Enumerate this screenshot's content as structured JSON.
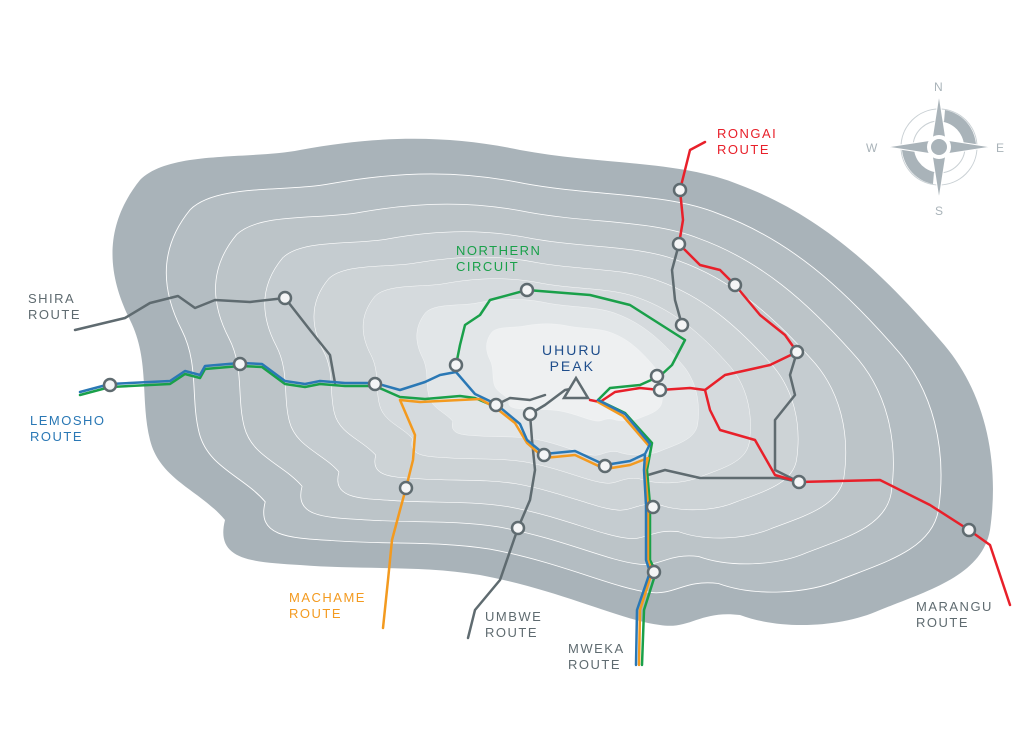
{
  "map": {
    "peak": {
      "line1": "UHURU",
      "line2": "PEAK"
    },
    "routes": [
      {
        "id": "shira",
        "line1": "SHIRA",
        "line2": "ROUTE",
        "color": "#5f6b70"
      },
      {
        "id": "lemosho",
        "line1": "LEMOSHO",
        "line2": "ROUTE",
        "color": "#2a78b5"
      },
      {
        "id": "northern",
        "line1": "NORTHERN",
        "line2": "CIRCUIT",
        "color": "#1aa04a"
      },
      {
        "id": "rongai",
        "line1": "RONGAI",
        "line2": "ROUTE",
        "color": "#e8202a"
      },
      {
        "id": "machame",
        "line1": "MACHAME",
        "line2": "ROUTE",
        "color": "#f39a1f"
      },
      {
        "id": "umbwe",
        "line1": "UMBWE",
        "line2": "ROUTE",
        "color": "#5f6b70"
      },
      {
        "id": "mweka",
        "line1": "MWEKA",
        "line2": "ROUTE",
        "color": "#5f6b70"
      },
      {
        "id": "marangu",
        "line1": "MARANGU",
        "line2": "ROUTE",
        "color": "#5f6b70"
      }
    ],
    "compass": {
      "n": "N",
      "s": "S",
      "e": "E",
      "w": "W"
    }
  }
}
